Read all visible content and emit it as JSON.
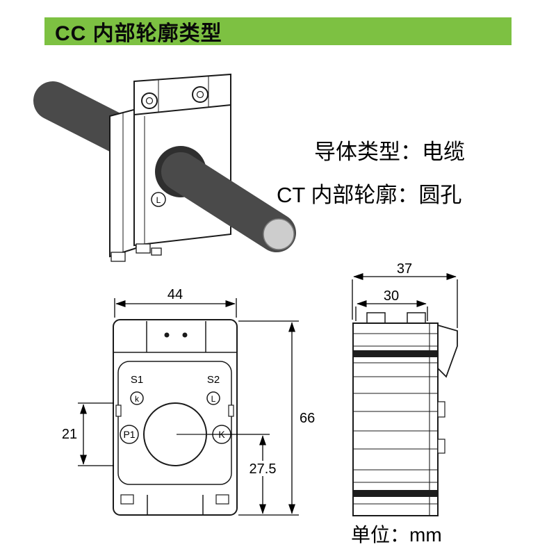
{
  "header": {
    "title": "CC 内部轮廓类型"
  },
  "illustration": {
    "terminal_l": "L",
    "caption_conductor": "导体类型：电缆",
    "caption_contour": "CT 内部轮廓：圆孔"
  },
  "front_view": {
    "dim_width": "44",
    "dim_height": "66",
    "dim_hole_diameter": "21",
    "dim_center_to_bottom": "27.5",
    "terminals": {
      "s1": "S1",
      "k": "k",
      "s2": "S2",
      "l": "L",
      "p1": "P1",
      "k2": "K"
    }
  },
  "side_view": {
    "dim_depth": "37",
    "dim_rail": "30"
  },
  "footer": {
    "unit": "单位：mm"
  },
  "colors": {
    "header_bg": "#7dc142",
    "cable": "#4a4a4a",
    "cable_core": "#cdcdcd",
    "line": "#1a1a1a"
  }
}
